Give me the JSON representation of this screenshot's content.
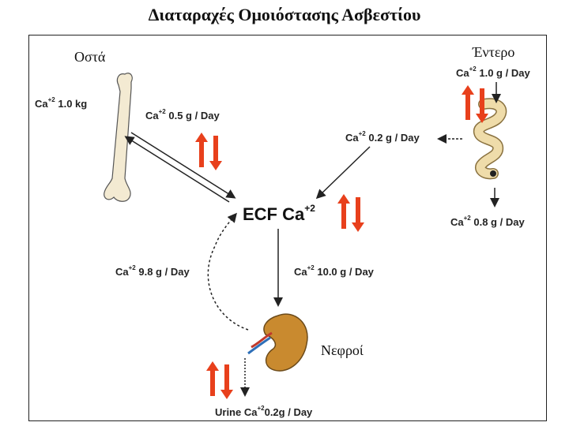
{
  "title": "Διαταραχές Ομοιόστασης Ασβεστίου",
  "labels": {
    "bone": "Οστά",
    "intestine": "Έντερο",
    "kidney": "Νεφροί"
  },
  "flows": {
    "bone_store": {
      "base": "Ca",
      "sup": "+2",
      "rest": " 1.0 kg"
    },
    "bone_exchange": {
      "base": "Ca",
      "sup": "+2",
      "rest": " 0.5 g / Day"
    },
    "intake": {
      "base": "Ca",
      "sup": "+2",
      "rest": " 1.0 g / Day"
    },
    "absorbed": {
      "base": "Ca",
      "sup": "+2",
      "rest": " 0.2 g / Day"
    },
    "fecal": {
      "base": "Ca",
      "sup": "+2",
      "rest": " 0.8 g / Day"
    },
    "ecf": {
      "base": "ECF Ca",
      "sup": "+2"
    },
    "filtered": {
      "base": "Ca",
      "sup": "+2",
      "rest": " 10.0 g / Day"
    },
    "reabsorbed": {
      "base": "Ca",
      "sup": "+2",
      "rest": " 9.8 g / Day"
    },
    "urine": {
      "base": "Urine Ca",
      "sup": "+2",
      "rest": "0.2g / Day"
    }
  },
  "colors": {
    "indicator_arrow": "#e8401c",
    "bone": "#f3ead2",
    "kidney": "#c98a2f",
    "intestine": "#efdcaa"
  }
}
